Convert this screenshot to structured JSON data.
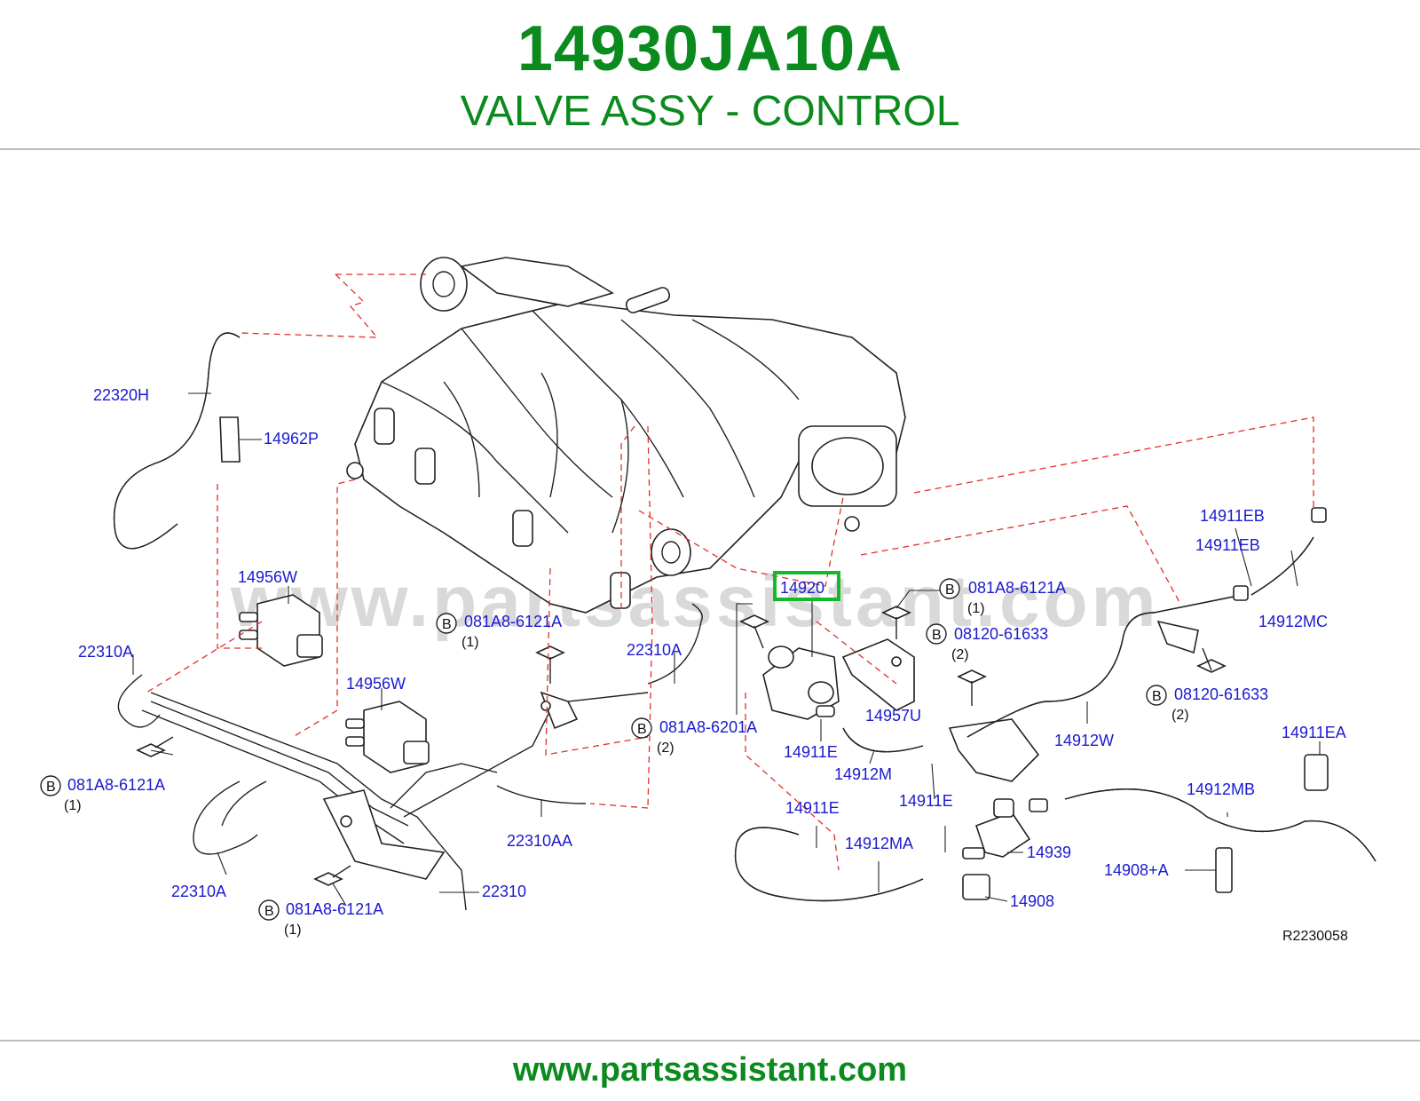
{
  "header": {
    "part_number": "14930JA10A",
    "part_title": "VALVE ASSY - CONTROL"
  },
  "footer": {
    "url": "www.partsassistant.com"
  },
  "watermark": "www.partsassistant.com",
  "reference_code": "R2230058",
  "highlight_color": "#15b82a",
  "text_color": "#0b8a1e",
  "bolt_marker": "B",
  "labels": [
    {
      "id": "l1",
      "text": "22320H"
    },
    {
      "id": "l2",
      "text": "14962P"
    },
    {
      "id": "l3",
      "text": "14956W"
    },
    {
      "id": "l4",
      "text": "22310A"
    },
    {
      "id": "l5",
      "text": "14956W"
    },
    {
      "id": "l6",
      "text": "081A8-6121A"
    },
    {
      "id": "l7",
      "text": "22310A"
    },
    {
      "id": "l8",
      "text": "081A8-6121A"
    },
    {
      "id": "l9",
      "text": "22310"
    },
    {
      "id": "l10",
      "text": "081A8-6121A"
    },
    {
      "id": "l11",
      "text": "22310A"
    },
    {
      "id": "l12",
      "text": "081A8-6201A"
    },
    {
      "id": "l13",
      "text": "22310AA"
    },
    {
      "id": "l14",
      "text": "14920"
    },
    {
      "id": "l15",
      "text": "081A8-6121A"
    },
    {
      "id": "l16",
      "text": "08120-61633"
    },
    {
      "id": "l17",
      "text": "14957U"
    },
    {
      "id": "l18",
      "text": "14911E"
    },
    {
      "id": "l19",
      "text": "14912M"
    },
    {
      "id": "l20",
      "text": "14911E"
    },
    {
      "id": "l21",
      "text": "14911E"
    },
    {
      "id": "l22",
      "text": "14912MA"
    },
    {
      "id": "l23",
      "text": "14939"
    },
    {
      "id": "l24",
      "text": "14908"
    },
    {
      "id": "l25",
      "text": "14908+A"
    },
    {
      "id": "l26",
      "text": "14912W"
    },
    {
      "id": "l27",
      "text": "14911EB"
    },
    {
      "id": "l28",
      "text": "14911EB"
    },
    {
      "id": "l29",
      "text": "14912MC"
    },
    {
      "id": "l30",
      "text": "08120-61633"
    },
    {
      "id": "l31",
      "text": "14911EA"
    },
    {
      "id": "l32",
      "text": "14912MB"
    }
  ],
  "quantities": [
    {
      "id": "q1",
      "text": "(1)"
    },
    {
      "id": "q2",
      "text": "(1)"
    },
    {
      "id": "q3",
      "text": "(1)"
    },
    {
      "id": "q4",
      "text": "(2)"
    },
    {
      "id": "q5",
      "text": "(1)"
    },
    {
      "id": "q6",
      "text": "(2)"
    },
    {
      "id": "q7",
      "text": "(2)"
    }
  ]
}
